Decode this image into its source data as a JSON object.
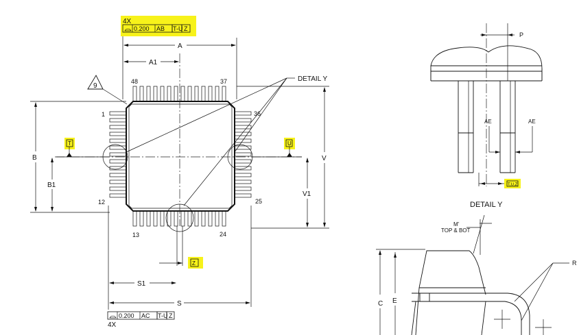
{
  "tolerance_top": {
    "count": "4X",
    "value": "0.200",
    "datum1": "AB",
    "datum2": "T-U",
    "datum3": "Z"
  },
  "tolerance_bottom": {
    "count": "4X",
    "value": "0.200",
    "datum1": "AC",
    "datum2": "T-U",
    "datum3": "Z"
  },
  "dimensions": {
    "A": "A",
    "A1": "A1",
    "B": "B",
    "B1": "B1",
    "S": "S",
    "S1": "S1",
    "V": "V",
    "V1": "V1",
    "P": "P",
    "AE": "AE",
    "C": "C",
    "E": "E",
    "R": "R"
  },
  "pins": {
    "p1": "1",
    "p12": "12",
    "p13": "13",
    "p24": "24",
    "p25": "25",
    "p36": "36",
    "p37": "37",
    "p48": "48"
  },
  "datums": {
    "T": "T",
    "U": "U",
    "Z": "Z",
    "TUZ": "T,U,Z"
  },
  "note_marker": "9",
  "detail_label": "DETAIL Y",
  "detail_title": "DETAIL Y",
  "m_label": "M'",
  "top_bot_label": "TOP & BOT",
  "highlight_color": "#f7f21a"
}
